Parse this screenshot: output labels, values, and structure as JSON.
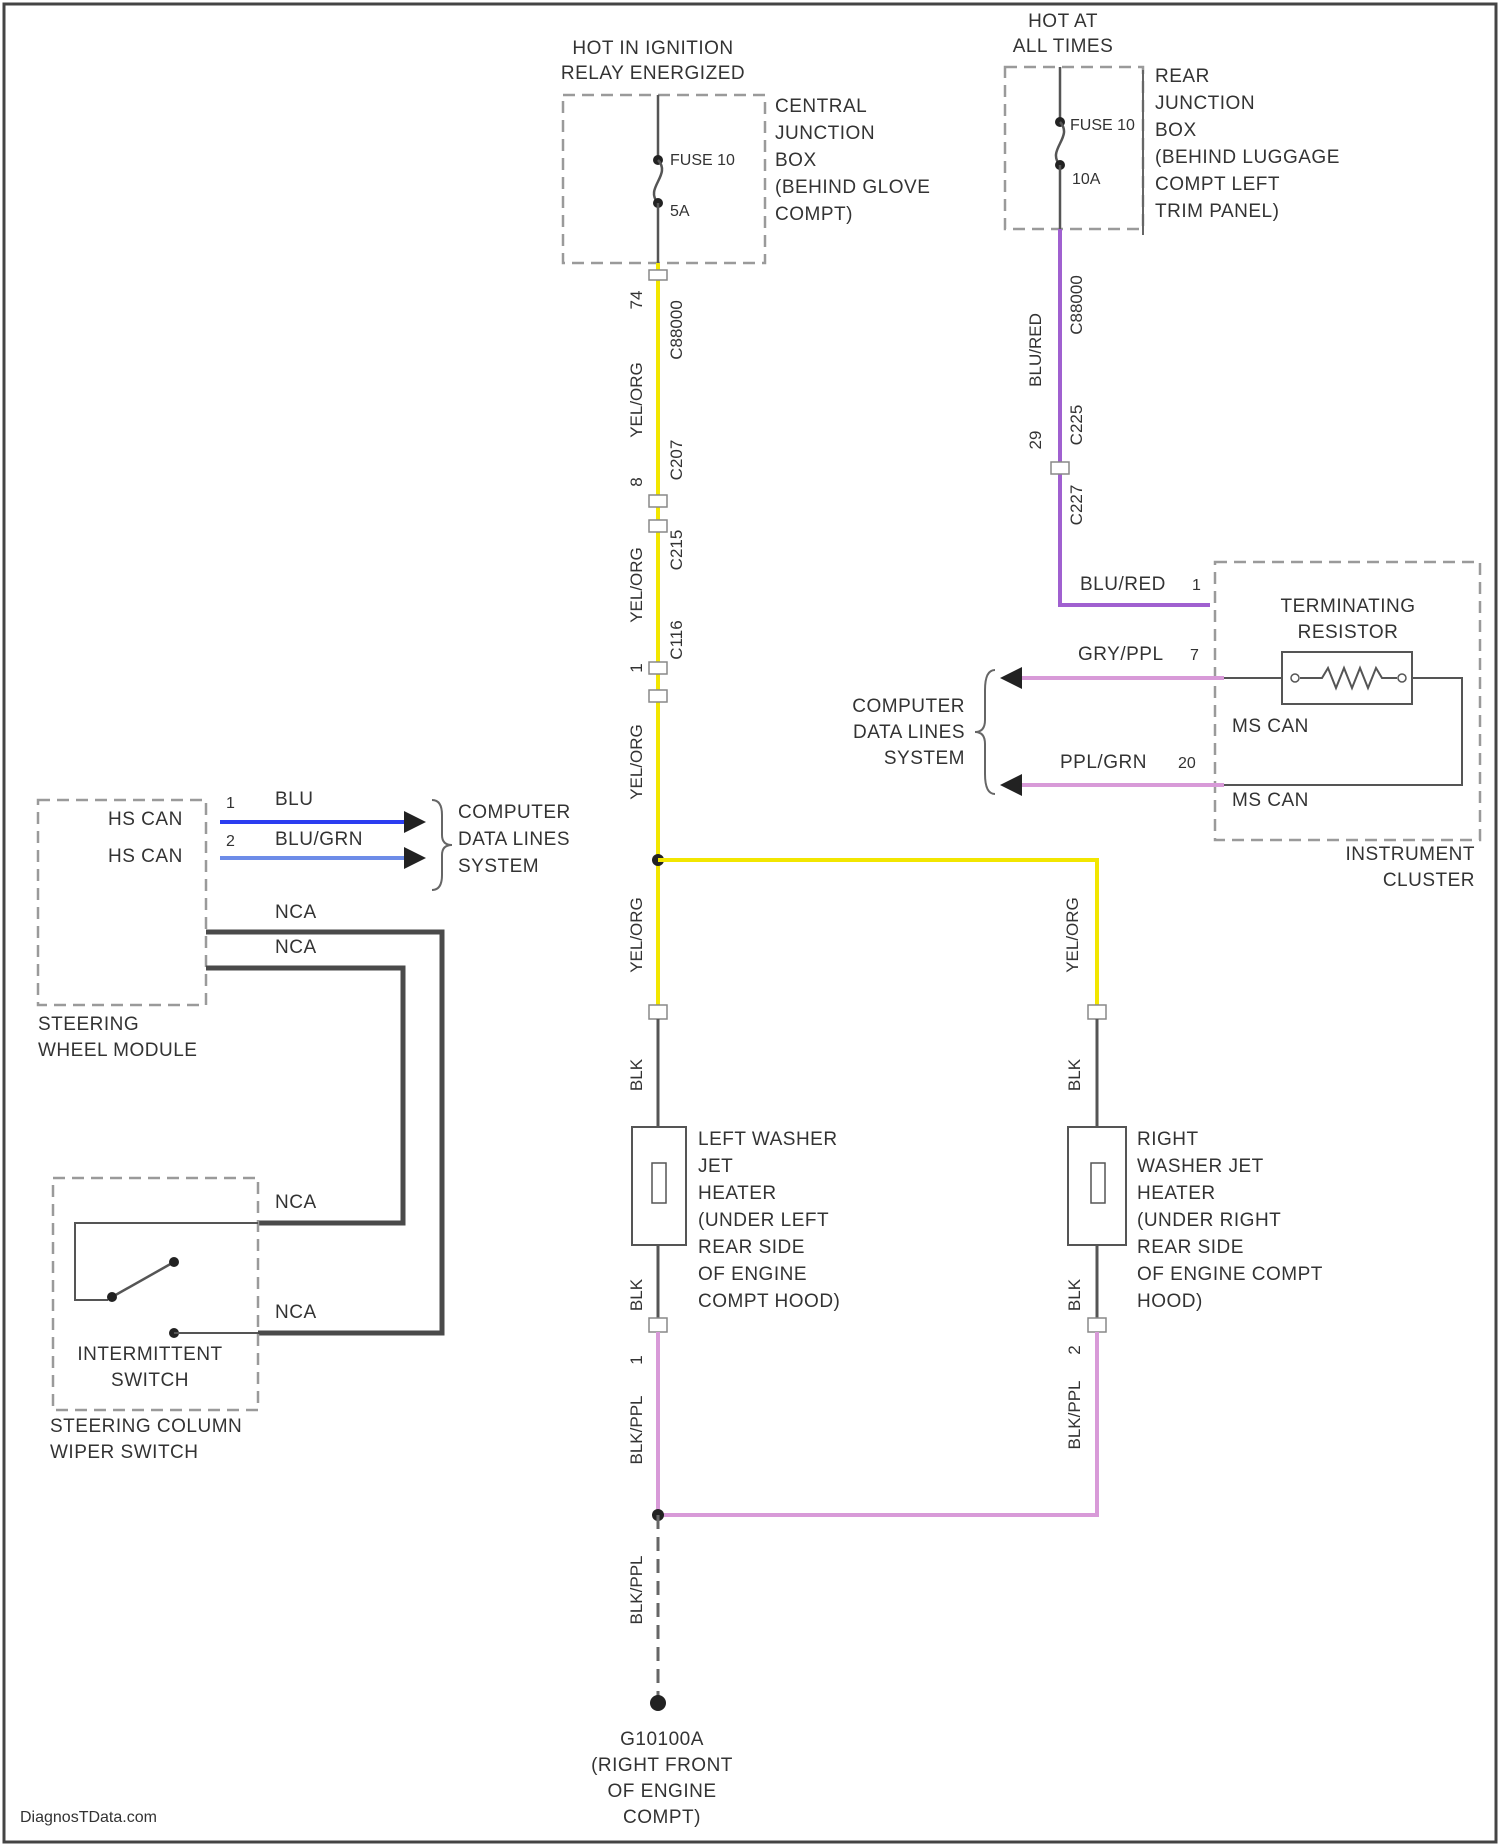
{
  "colors": {
    "yellow_wire": "#f2e600",
    "purple_wire": "#a060d0",
    "pink_wire": "#d89ad8",
    "blue_wire": "#2b3df0",
    "gray_wire": "#4a4a4a",
    "black_wire": "#555555"
  },
  "power_left": {
    "header_line1": "HOT IN IGNITION",
    "header_line2": "RELAY ENERGIZED",
    "fuse_name": "FUSE 10",
    "fuse_rating": "5A",
    "location": [
      "CENTRAL",
      "JUNCTION",
      "BOX",
      "(BEHIND GLOVE",
      "COMPT)"
    ]
  },
  "power_right": {
    "header_line1": "HOT AT",
    "header_line2": "ALL TIMES",
    "fuse_name": "FUSE 10",
    "fuse_rating": "10A",
    "location": [
      "REAR",
      "JUNCTION",
      "BOX",
      "(BEHIND LUGGAGE",
      "COMPT LEFT",
      "TRIM PANEL)"
    ]
  },
  "left_branch_wires": {
    "pin_top": "74",
    "conn_top": "C88000",
    "wire_1": "YEL/ORG",
    "pin_mid": "8",
    "conn_mid": "C207",
    "conn_c215": "C215",
    "wire_2": "YEL/ORG",
    "pin_low": "1",
    "conn_c116": "C116",
    "wire_3": "YEL/ORG",
    "wire_4": "YEL/ORG"
  },
  "right_branch_wires": {
    "pin_top": "29",
    "conn_top": "C88000",
    "conn_mid": "C225",
    "wire": "BLU/RED",
    "conn_low": "C227",
    "wire_horizontal": "BLU/RED",
    "pin_horizontal": "1"
  },
  "instrument_cluster": {
    "name_line1": "INSTRUMENT",
    "name_line2": "CLUSTER",
    "resistor_line1": "TERMINATING",
    "resistor_line2": "RESISTOR",
    "ms_can_1": "MS CAN",
    "ms_can_2": "MS CAN",
    "wire_top": "GRY/PPL",
    "pin_top": "7",
    "wire_bottom": "PPL/GRN",
    "pin_bottom": "20",
    "data_lines": [
      "COMPUTER",
      "DATA LINES",
      "SYSTEM"
    ]
  },
  "steering_wheel_module": {
    "name_line1": "STEERING",
    "name_line2": "WHEEL MODULE",
    "hs_can_1": "HS CAN",
    "hs_can_2": "HS CAN",
    "pin_1": "1",
    "pin_2": "2",
    "wire_1": "BLU",
    "wire_2": "BLU/GRN",
    "nca_1": "NCA",
    "nca_2": "NCA",
    "data_lines": [
      "COMPUTER",
      "DATA LINES",
      "SYSTEM"
    ]
  },
  "wiper_switch": {
    "switch_line1": "INTERMITTENT",
    "switch_line2": "SWITCH",
    "name_line1": "STEERING COLUMN",
    "name_line2": "WIPER SWITCH",
    "nca_top": "NCA",
    "nca_bottom": "NCA"
  },
  "vertical_right_yellow": "YEL/ORG",
  "left_heater": {
    "wire_top": "BLK",
    "wire_bottom": "BLK",
    "pin_bottom_wire": "BLK/PPL",
    "pin_bottom": "1",
    "label": [
      "LEFT WASHER",
      "JET",
      "HEATER",
      "(UNDER LEFT",
      "REAR SIDE",
      "OF ENGINE",
      "COMPT HOOD)"
    ]
  },
  "right_heater": {
    "wire_top": "BLK",
    "wire_bottom": "BLK",
    "pin_bottom_wire": "BLK/PPL",
    "pin_bottom": "2",
    "label": [
      "RIGHT",
      "WASHER JET",
      "HEATER",
      "(UNDER RIGHT",
      "REAR SIDE",
      "OF ENGINE COMPT",
      "HOOD)"
    ]
  },
  "ground": {
    "wire": "BLK/PPL",
    "label": [
      "G10100A",
      "(RIGHT FRONT",
      "OF ENGINE",
      "COMPT)"
    ]
  },
  "watermark": "DiagnosTData.com"
}
